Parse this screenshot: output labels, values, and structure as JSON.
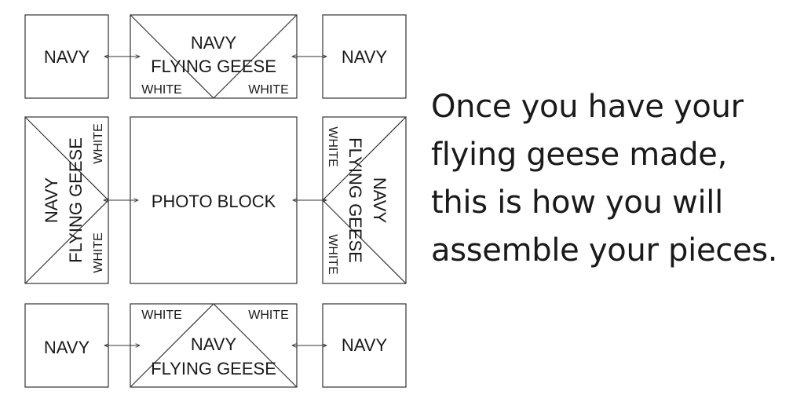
{
  "labels": {
    "navy": "NAVY",
    "white": "WHITE",
    "flying_geese": "FLYING GEESE",
    "photo_block": "PHOTO BLOCK"
  },
  "caption": {
    "lines": [
      "Once you have your",
      "flying geese made,",
      "this is how you will",
      "assemble your pieces."
    ]
  },
  "colors": {
    "stroke": "#333333",
    "text": "#1a1a1a",
    "background": "#ffffff"
  }
}
